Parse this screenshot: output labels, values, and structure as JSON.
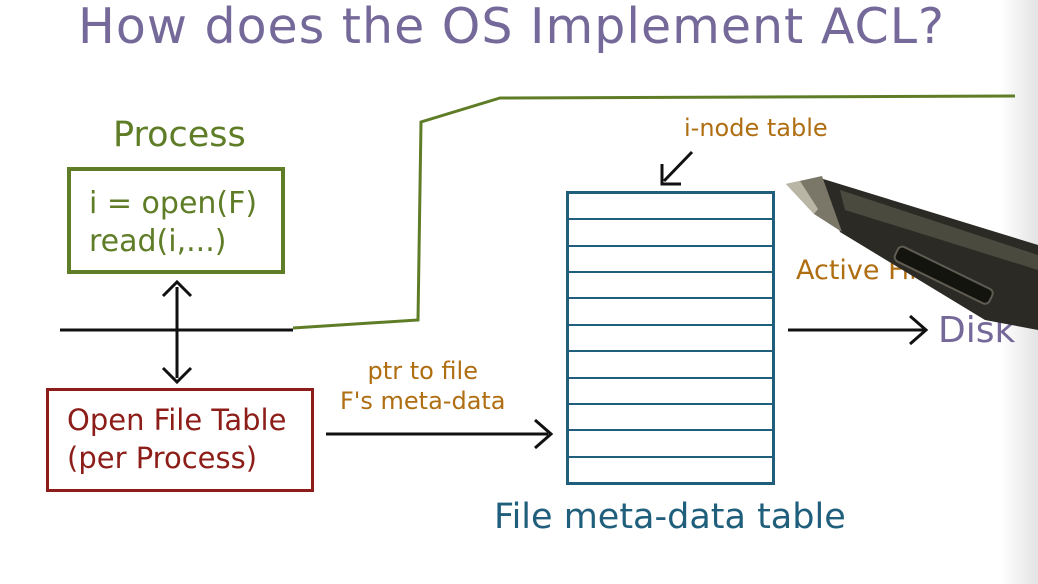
{
  "title": "How does the OS Implement ACL?",
  "process": {
    "label": "Process",
    "code_line1": "i = open(F)",
    "code_line2": "read(i,...)"
  },
  "open_file_table": {
    "line1": "Open File Table",
    "line2": "(per Process)"
  },
  "pointer_label": {
    "line1": "ptr to file",
    "line2": "F's meta-data"
  },
  "inode_label": "i-node table",
  "active_files_label": "Active Files",
  "disk_label": "Disk",
  "meta_table_label": "File meta-data table",
  "meta_table_rows": 11,
  "colors": {
    "title": "#75699a",
    "process": "#5f7d27",
    "open_file_table": "#8c1d18",
    "meta_table": "#1f5f7c",
    "annotation": "#b06e12",
    "arrows": "#111111"
  }
}
